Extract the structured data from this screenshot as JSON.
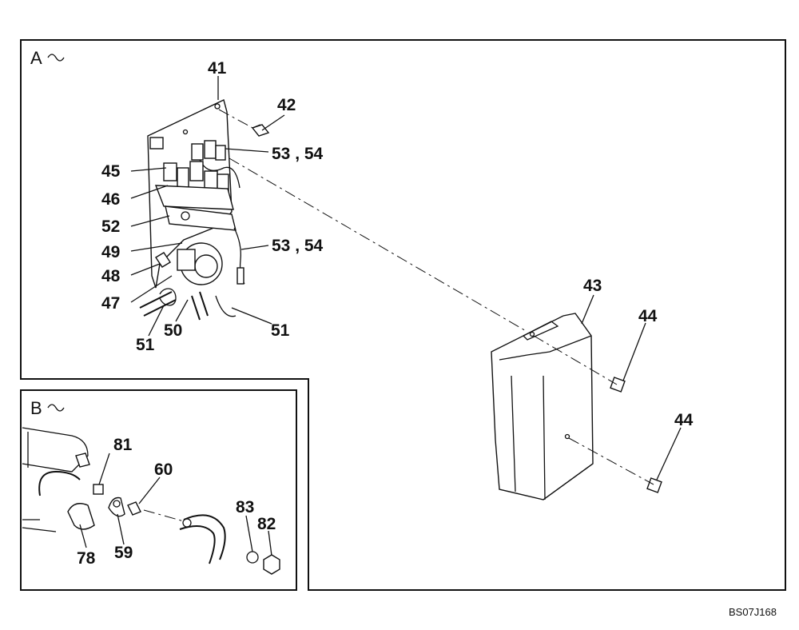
{
  "sections": {
    "a": {
      "label": "A"
    },
    "b": {
      "label": "B"
    }
  },
  "callouts": {
    "c41": "41",
    "c42": "42",
    "c53a": "53 , 54",
    "c45": "45",
    "c46": "46",
    "c52": "52",
    "c49": "49",
    "c53b": "53 , 54",
    "c48": "48",
    "c47": "47",
    "c50": "50",
    "c51a": "51",
    "c51b": "51",
    "c43": "43",
    "c44a": "44",
    "c44b": "44",
    "c81": "81",
    "c60": "60",
    "c83": "83",
    "c82": "82",
    "c78": "78",
    "c59": "59"
  },
  "drawing_code": "BS07J168"
}
